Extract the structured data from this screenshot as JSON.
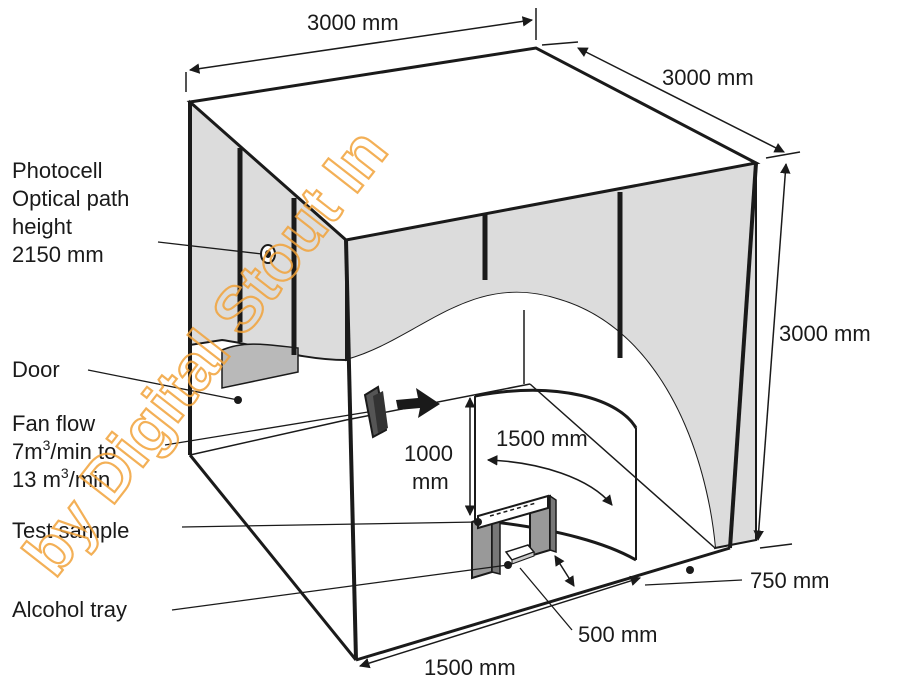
{
  "labels": {
    "top_width": "3000 mm",
    "top_depth": "3000 mm",
    "height": "3000 mm",
    "photocell": [
      "Photocell",
      "Optical path",
      "height",
      "2150 mm"
    ],
    "door": "Door",
    "fan": [
      "Fan flow",
      "7m",
      "3",
      "/min to",
      "13 m",
      "3",
      "/min"
    ],
    "shield_height": [
      "1000",
      "mm"
    ],
    "shield_width": "1500 mm",
    "test_sample": "Test sample",
    "alcohol_tray": "Alcohol tray",
    "tray_distance": "500 mm",
    "floor_front": "1500 mm",
    "floor_side": "750 mm"
  },
  "watermark": "by Digital Stout In",
  "colors": {
    "line": "#1a1a1a",
    "wall": "#dcdcdc",
    "door": "#b9b9b9",
    "watermark": "#f2a33a"
  }
}
